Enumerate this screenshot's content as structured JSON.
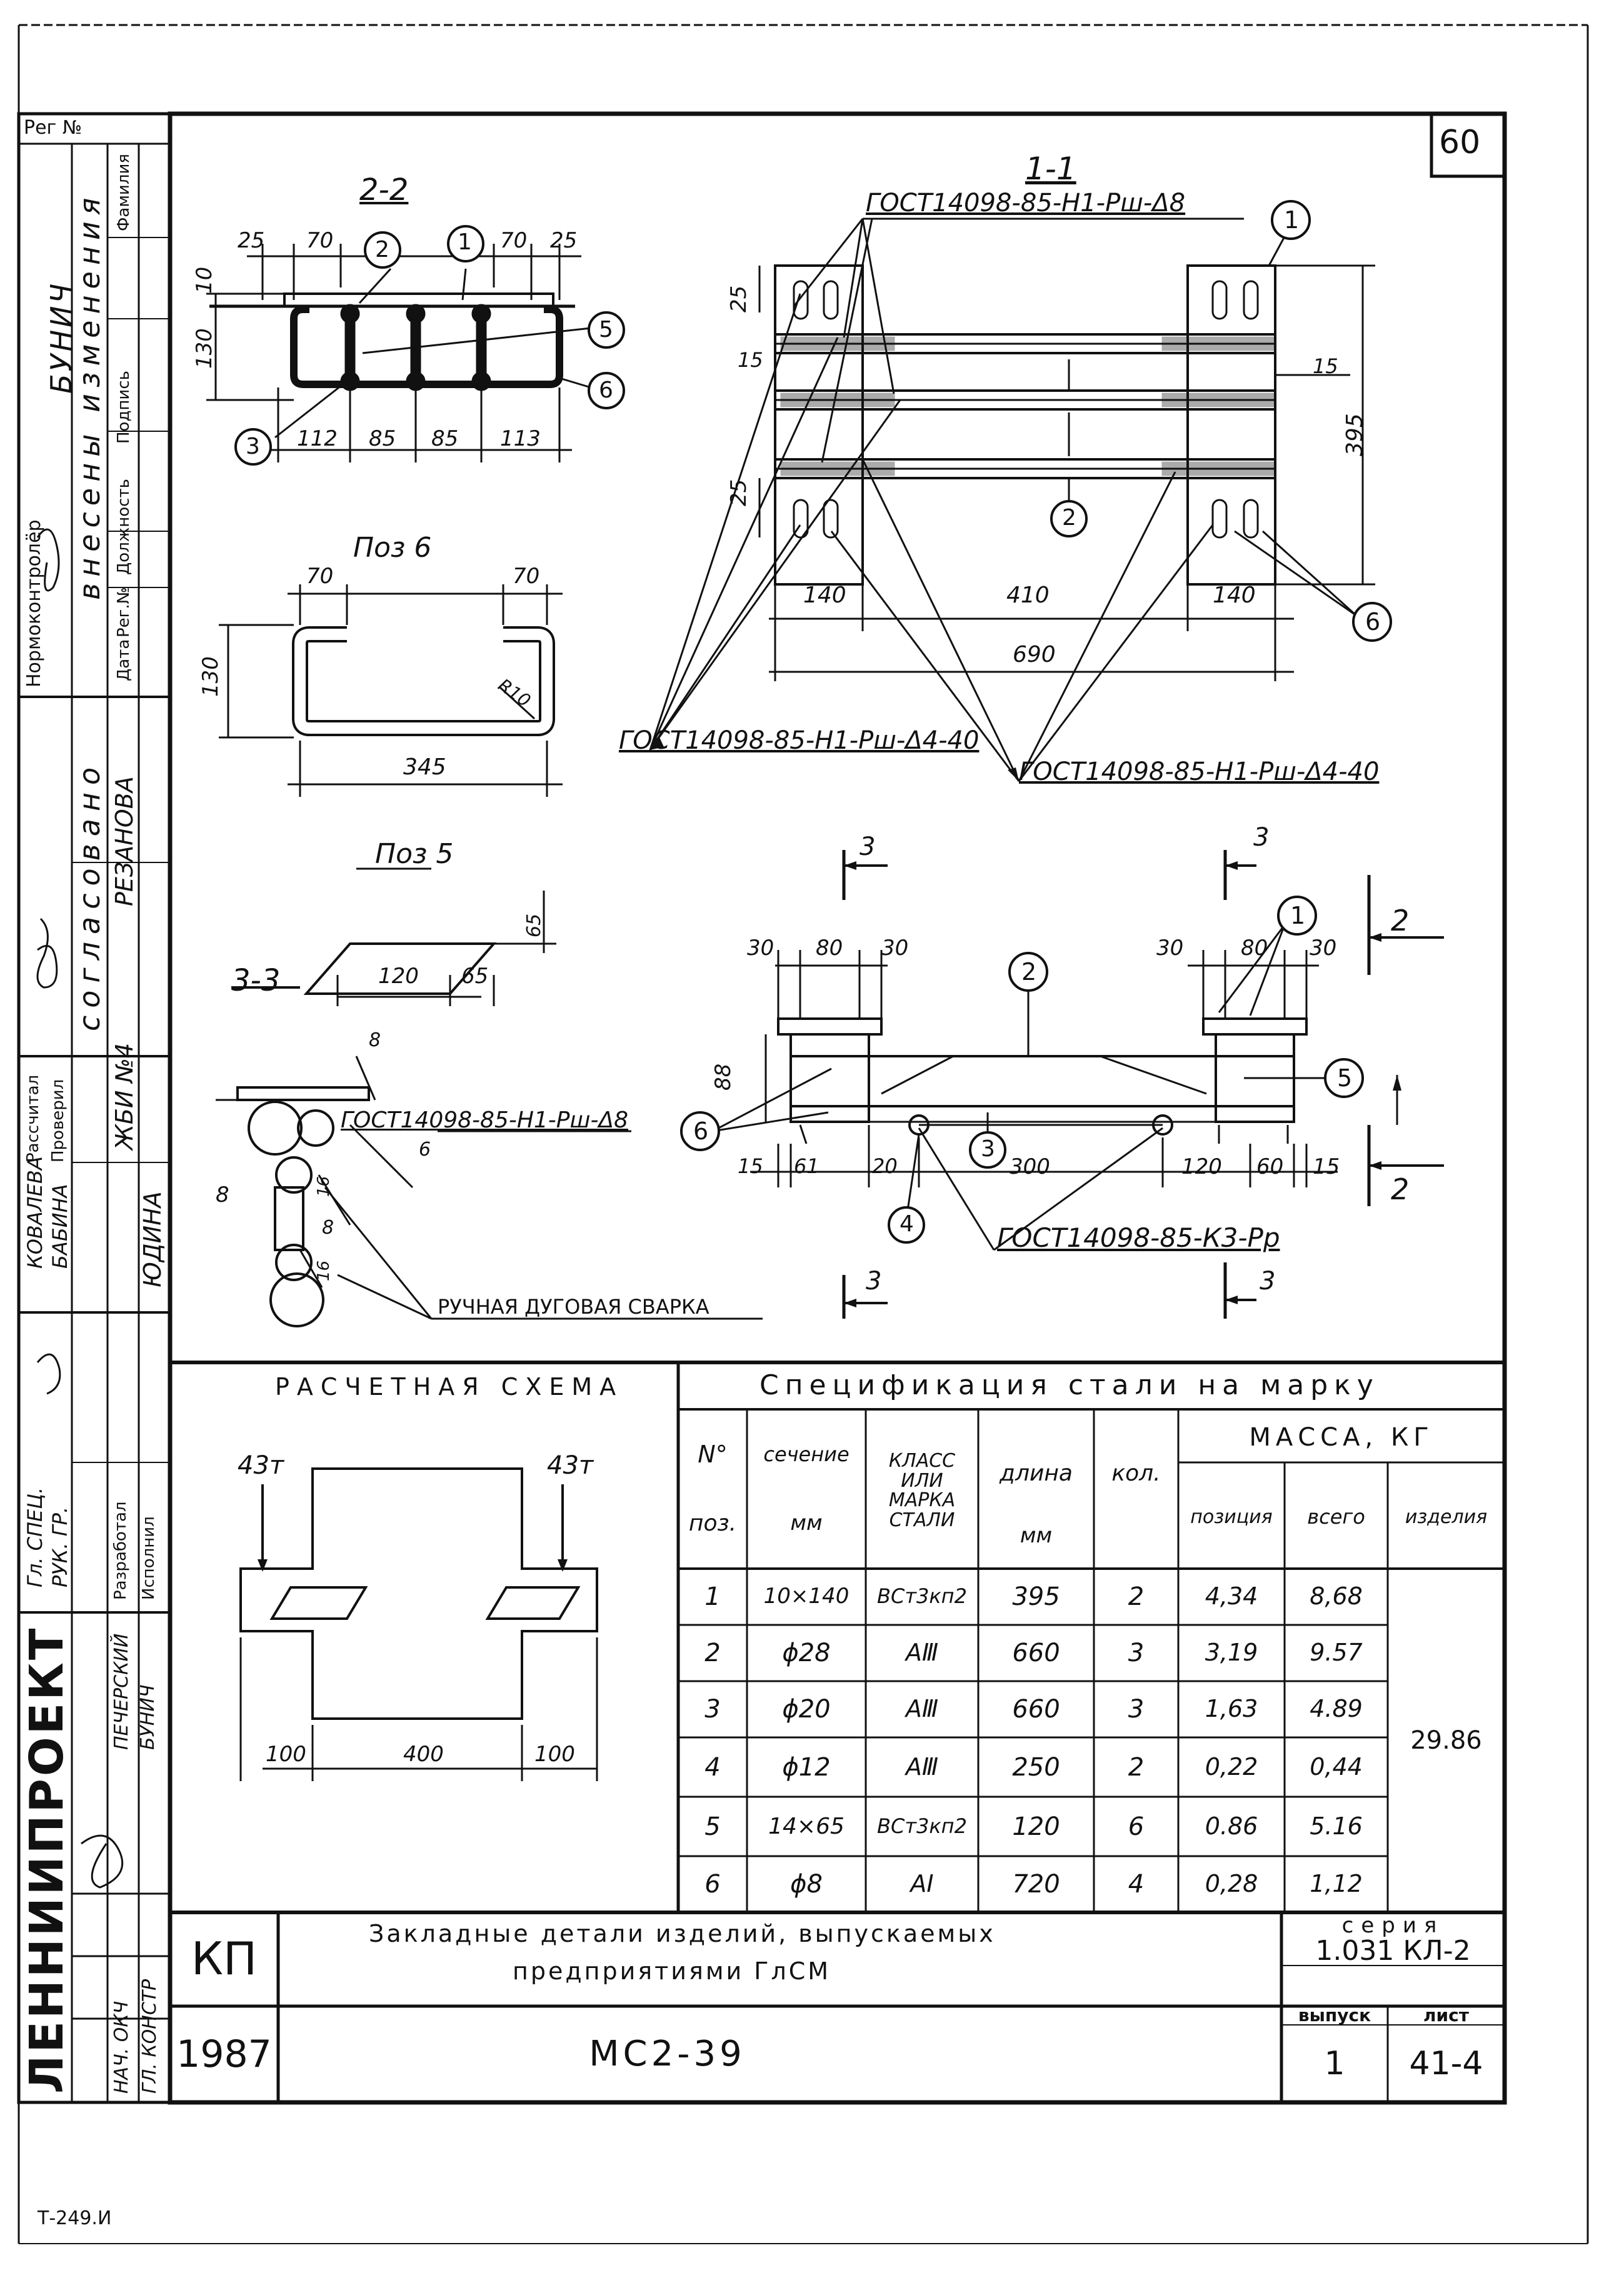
{
  "sheet_number": "60",
  "margin_note": "Т-249.И",
  "reg_no": "Рег №",
  "left_block": {
    "org": "ЛЕННИИПРОЕКТ",
    "changes_title": "внесены изменения",
    "changes_cols": [
      "Дата",
      "Рег.№",
      "Должность",
      "Подпись",
      "Фамилия"
    ],
    "normocontrol": "Нормоконтролёр",
    "normo_name": "БУНИЧ",
    "agreed": "согласовано",
    "agreed_org": "ЖБИ №4",
    "agreed_name": "РЕЗАНОВА",
    "roles": [
      "Рассчитал",
      "Проверил",
      "Разработал",
      "Исполнил"
    ],
    "names": [
      "КОВАЛЕВА",
      "БАБИНА",
      "ЮДИНА",
      "Гл. СПЕЦ.",
      "РУК. ГР.",
      "ПЕЧЕРСКИЙ",
      "БУНИЧ"
    ],
    "heads": [
      "НАЧ. ОКЧ",
      "ГЛ. КОНСТР"
    ]
  },
  "views": {
    "section_22": {
      "title": "2-2",
      "dims_top": [
        "25",
        "70",
        "70",
        "25"
      ],
      "dims_bottom": [
        "112",
        "85",
        "85",
        "113"
      ],
      "dims_side": [
        "10",
        "130"
      ],
      "callouts": [
        "1",
        "2",
        "3",
        "5",
        "6"
      ]
    },
    "section_11": {
      "title": "1-1",
      "weld_note_top": "ГОСТ14098-85-Н1-Рш-Δ8",
      "weld_note_bl": "ГОСТ14098-85-Н1-Рш-Δ4-40",
      "weld_note_br": "ГОСТ14098-85-Н1-Рш-Δ4-40",
      "dims": [
        "25",
        "15",
        "25",
        "15",
        "395",
        "140",
        "410",
        "140",
        "690"
      ],
      "callouts": [
        "1",
        "2",
        "6"
      ]
    },
    "pos6": {
      "title": "Поз 6",
      "dims": [
        "70",
        "70",
        "130",
        "R10",
        "345"
      ]
    },
    "pos5": {
      "title": "Поз 5",
      "dims": [
        "120",
        "65",
        "65"
      ]
    },
    "section_33": {
      "title": "3-3",
      "weld_note": "ГОСТ14098-85-Н1-Рш-Δ8",
      "hand_weld": "РУЧНАЯ ДУГОВАЯ СВАРКА",
      "dims": [
        "8",
        "6",
        "16",
        "8",
        "8",
        "16"
      ]
    },
    "front": {
      "dims_top": [
        "30",
        "80",
        "30",
        "30",
        "80",
        "30"
      ],
      "dims_bottom": [
        "15",
        "61",
        "20",
        "300",
        "120",
        "60",
        "15"
      ],
      "dim_side": "88",
      "weld_note": "ГОСТ14098-85-К3-Рр",
      "callouts": [
        "1",
        "2",
        "3",
        "4",
        "5",
        "6"
      ],
      "cut_labels": [
        "3",
        "3",
        "3",
        "3",
        "2",
        "2"
      ]
    }
  },
  "calc_scheme": {
    "title": "РАСЧЕТНАЯ СХЕМА",
    "loads": [
      "43т",
      "43т"
    ],
    "dims": [
      "100",
      "400",
      "100"
    ]
  },
  "spec_table": {
    "title": "Спецификация стали на марку",
    "headers": {
      "pos_a": "N°",
      "pos_b": "поз.",
      "section_a": "сечение",
      "section_b": "мм",
      "class": "КЛАСС ИЛИ МАРКА СТАЛИ",
      "length_a": "длина",
      "length_b": "мм",
      "count": "кол.",
      "mass": "МАССА, КГ",
      "mass_pos": "позиция",
      "mass_all": "всего",
      "mass_item": "изделия"
    },
    "rows": [
      {
        "pos": "1",
        "section": "10×140",
        "grade": "ВСт3кп2",
        "length": "395",
        "count": "2",
        "mass_pos": "4,34",
        "mass_all": "8,68"
      },
      {
        "pos": "2",
        "section": "ϕ28",
        "grade": "АⅢ",
        "length": "660",
        "count": "3",
        "mass_pos": "3,19",
        "mass_all": "9.57"
      },
      {
        "pos": "3",
        "section": "ϕ20",
        "grade": "АⅢ",
        "length": "660",
        "count": "3",
        "mass_pos": "1,63",
        "mass_all": "4.89"
      },
      {
        "pos": "4",
        "section": "ϕ12",
        "grade": "АⅢ",
        "length": "250",
        "count": "2",
        "mass_pos": "0,22",
        "mass_all": "0,44"
      },
      {
        "pos": "5",
        "section": "14×65",
        "grade": "ВСт3кп2",
        "length": "120",
        "count": "6",
        "mass_pos": "0.86",
        "mass_all": "5.16"
      },
      {
        "pos": "6",
        "section": "ϕ8",
        "grade": "АⅠ",
        "length": "720",
        "count": "4",
        "mass_pos": "0,28",
        "mass_all": "1,12"
      }
    ],
    "total_mass": "29.86"
  },
  "title_block": {
    "code": "КП",
    "year": "1987",
    "description_1": "Закладные детали изделий, выпускаемых",
    "description_2": "предприятиями ГлСМ",
    "mark": "МС2-39",
    "series_label": "серия",
    "series": "1.031 КЛ-2",
    "issue_label": "выпуск",
    "issue": "1",
    "sheet_label": "лист",
    "sheet": "41-4"
  }
}
